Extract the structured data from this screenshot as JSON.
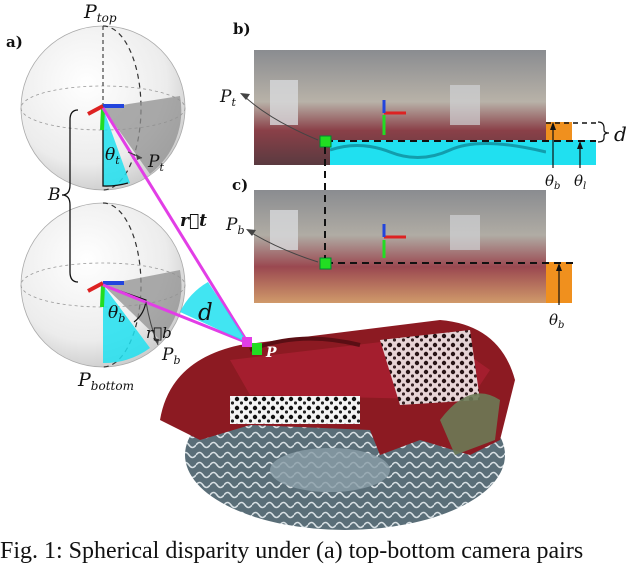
{
  "panel_labels": {
    "a": "a)",
    "b": "b)",
    "c": "c)"
  },
  "labels": {
    "p_top": "P",
    "p_top_sub": "top",
    "p_bottom": "P",
    "p_bottom_sub": "bottom",
    "p_t": "P",
    "p_t_sub": "t",
    "p_b": "P",
    "p_b_sub": "b",
    "p_t_right": "P",
    "p_t_right_sub": "t",
    "p_b_right": "P",
    "p_b_right_sub": "b",
    "theta_t": "θ",
    "theta_t_sub": "t",
    "theta_b": "θ",
    "theta_b_sub": "b",
    "baseline": "B",
    "vector_rt": "r⃗t",
    "vector_rb": "r⃗b",
    "disparity": "d",
    "disparity_right": "d",
    "point": "P",
    "theta_b_axis_1": "θ",
    "theta_b_axis_1_sub": "b",
    "theta_l_axis": "θ",
    "theta_l_axis_sub": "l",
    "theta_b_axis_2": "θ",
    "theta_b_axis_2_sub": "b"
  },
  "caption": "Fig. 1: Spherical disparity under (a) top-bottom camera pairs",
  "colors": {
    "cyan": "#20e0f0",
    "orange": "#f0901e",
    "magenta": "#e23ee6",
    "green": "#22dd22",
    "sofa": "#8c1a22",
    "blue_axis": "#2244dd",
    "red_axis": "#dd2222"
  }
}
